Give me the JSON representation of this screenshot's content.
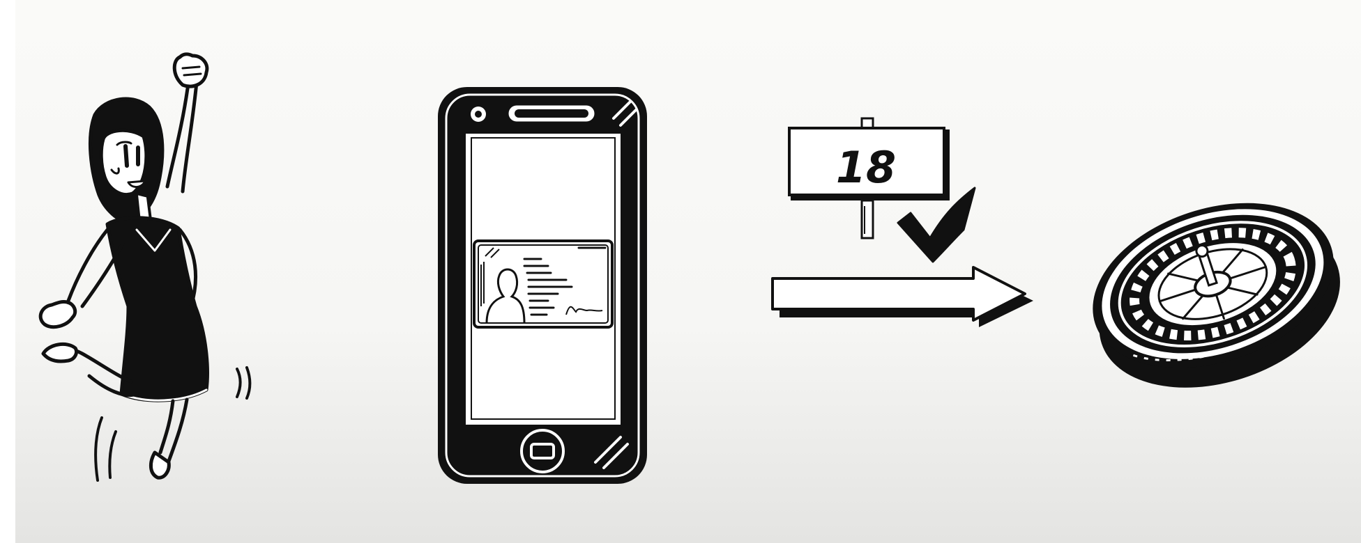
{
  "scene": {
    "background_top": "#fafaf8",
    "background_bottom": "#e4e4e2",
    "ink": "#111111",
    "paper": "#ffffff",
    "icons": [
      "jumping-woman",
      "smartphone",
      "id-card",
      "age-sign",
      "checkmark",
      "arrow-right",
      "roulette-wheel"
    ]
  },
  "sign": {
    "age_text": "18"
  }
}
